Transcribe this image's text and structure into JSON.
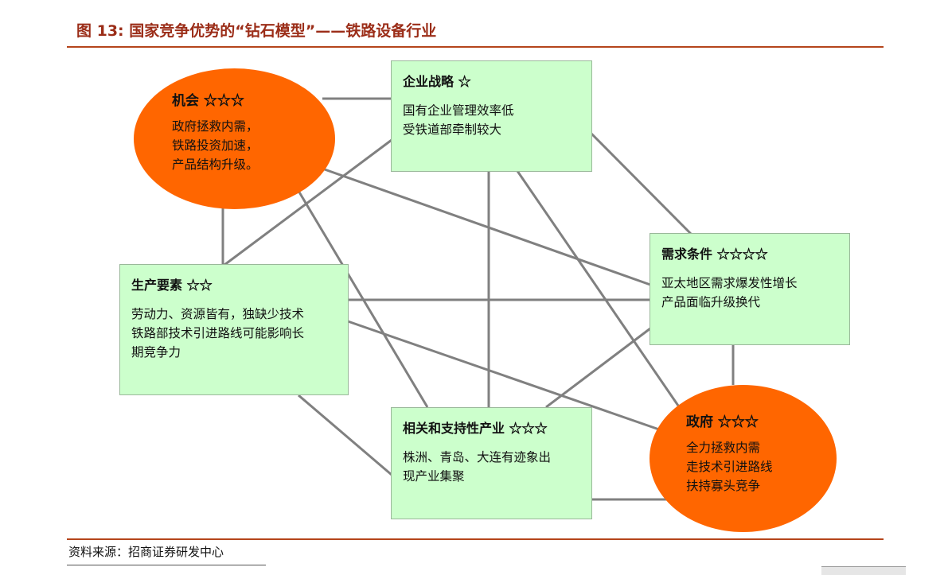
{
  "figure": {
    "title": "图 13: 国家竞争优势的“钻石模型”——铁路设备行业"
  },
  "nodes": {
    "opportunity": {
      "title": "机会 ☆☆☆",
      "lines": [
        "政府拯救内需，",
        "铁路投资加速，",
        "产品结构升级。"
      ]
    },
    "strategy": {
      "title": "企业战略 ☆",
      "lines": [
        "国有企业管理效率低",
        "受铁道部牵制较大"
      ]
    },
    "demand": {
      "title": "需求条件 ☆☆☆☆",
      "lines": [
        "亚太地区需求爆发性增长",
        "产品面临升级换代"
      ]
    },
    "factors": {
      "title": "生产要素 ☆☆",
      "lines": [
        "劳动力、资源皆有，独缺少技术",
        "铁路部技术引进路线可能影响长",
        "期竞争力"
      ]
    },
    "related": {
      "title": "相关和支持性产业 ☆☆☆",
      "lines": [
        "株洲、青岛、大连有迹象出",
        "现产业集聚"
      ]
    },
    "government": {
      "title": "政府 ☆☆☆",
      "lines": [
        "全力拯救内需",
        "走技术引进路线",
        "扶持寡头竞争"
      ]
    }
  },
  "source": {
    "text": "资料来源：招商证券研发中心"
  },
  "colors": {
    "box_fill": "#ccffcc",
    "oval_fill": "#ff6600",
    "connector": "#808080",
    "title": "#9b2d18",
    "rule": "#b5451b"
  }
}
